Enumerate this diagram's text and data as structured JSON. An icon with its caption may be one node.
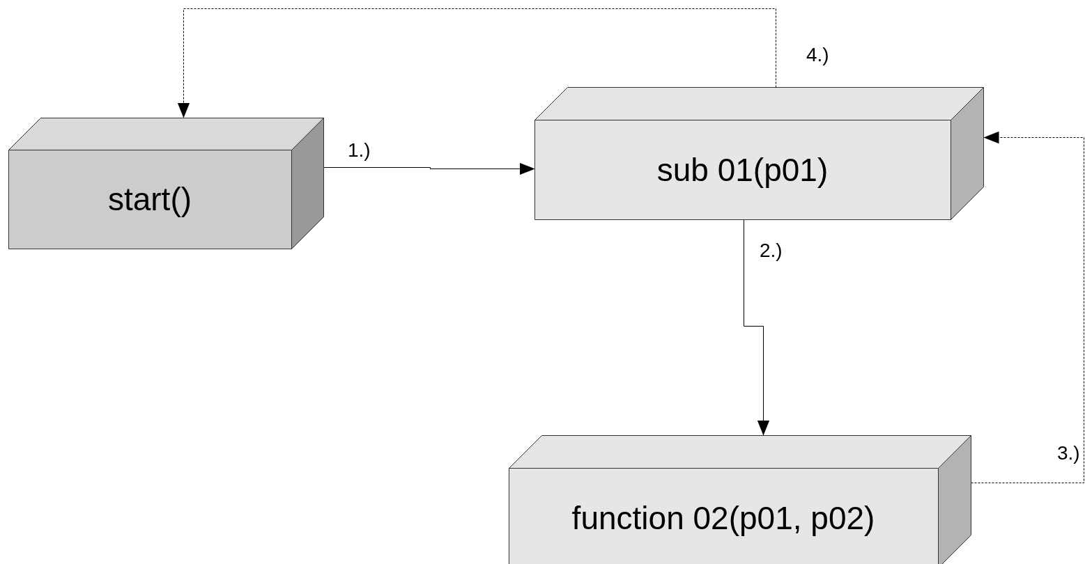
{
  "diagram": {
    "nodes": [
      {
        "text": [
          "start()"
        ]
      },
      {
        "text": [
          "sub 01(p01)"
        ]
      },
      {
        "text": [
          "function 02(p01, p02)"
        ]
      }
    ],
    "edges": [
      {
        "from": 0,
        "to": 1,
        "arrow": "to",
        "label": "1.)"
      },
      {
        "from": 1,
        "to": 2,
        "arrow": "to",
        "label": "2.)"
      },
      {
        "from": 2,
        "to": 1,
        "arrow": "to",
        "label": "3.)",
        "style": "dashed"
      },
      {
        "from": 1,
        "to": 0,
        "arrow": "to",
        "label": "4.)",
        "style": "dashed"
      }
    ]
  }
}
